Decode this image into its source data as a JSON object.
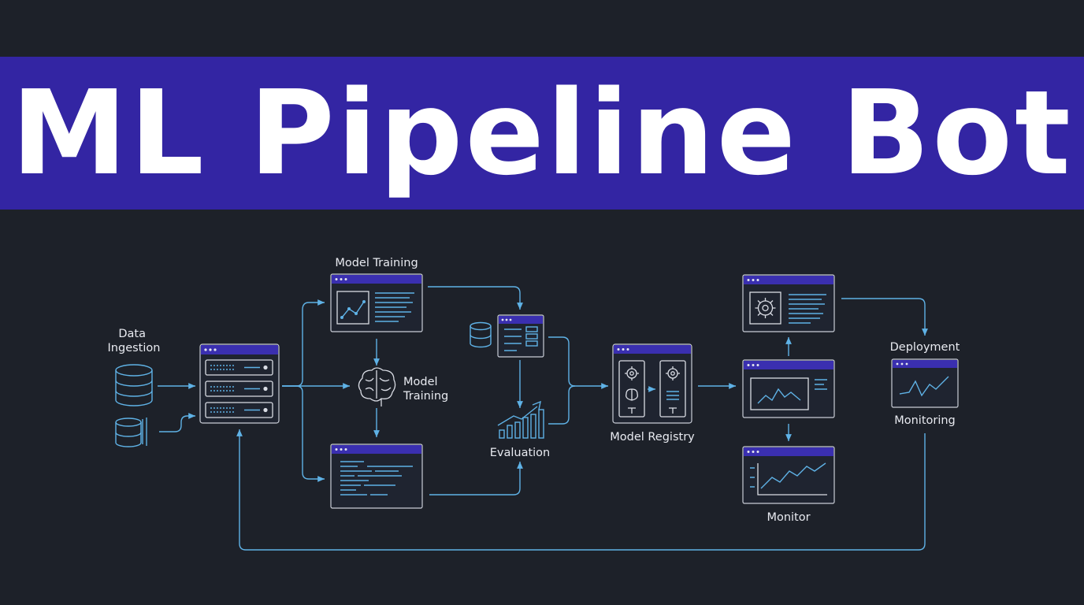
{
  "title": "ML Pipeline Bot",
  "colors": {
    "background": "#1d2129",
    "banner": "#3325a3",
    "accent": "#5fb2e6",
    "window_bar": "#3a2fb0"
  },
  "nodes": {
    "data_ingestion": "Data\nIngestion",
    "model_training_top": "Model Training",
    "model_training_mid": "Model\nTraining",
    "evaluation": "Evaluation",
    "model_registry": "Model Registry",
    "deployment": "Deployment",
    "monitoring": "Monitoring",
    "monitor": "Monitor"
  },
  "icons": [
    "database-icon",
    "server-rack-icon",
    "brain-icon",
    "bar-chart-icon",
    "gear-icon",
    "line-chart-icon",
    "window-icon"
  ]
}
